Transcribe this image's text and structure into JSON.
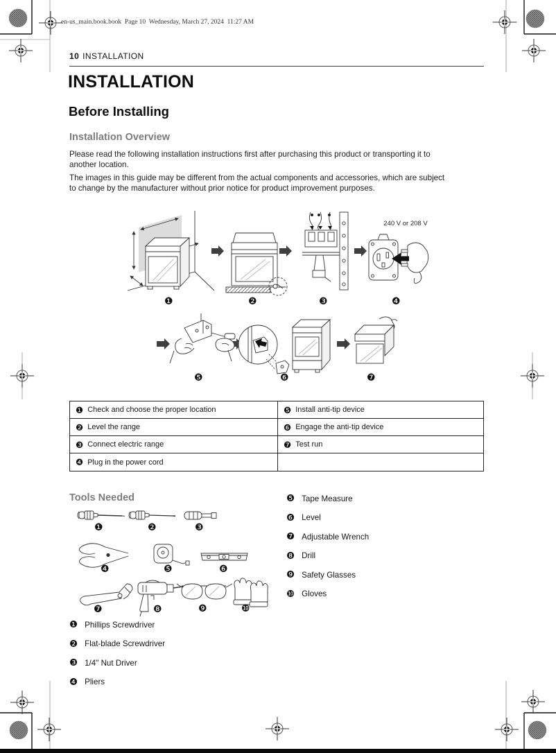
{
  "print_banner": "en-us_main.book.book  Page 10  Wednesday, March 27, 2024  11:27 AM",
  "running_head": {
    "page_number": "10",
    "section": "INSTALLATION"
  },
  "headings": {
    "title": "INSTALLATION",
    "section": "Before Installing",
    "subsection": "Installation Overview",
    "tools": "Tools Needed"
  },
  "paragraphs": {
    "p1": [
      "Please read the following installation instructions first after purchasing this product or transporting it to",
      "another location."
    ],
    "p2": [
      "The images in this guide may be different from the actual components and accessories, which are subject",
      "to change by the manufacturer without prior notice for product improvement purposes."
    ]
  },
  "diagram": {
    "voltage_label": "240 V or 208 V",
    "step_badges": [
      "❶",
      "❷",
      "❸",
      "❹",
      "❺",
      "❻",
      "❼"
    ]
  },
  "steps_table": {
    "left": [
      {
        "num": "❶",
        "label": "Check and choose the proper location"
      },
      {
        "num": "❷",
        "label": "Level the range"
      },
      {
        "num": "❸",
        "label": "Connect electric range"
      },
      {
        "num": "❹",
        "label": "Plug in the power cord"
      }
    ],
    "right": [
      {
        "num": "❺",
        "label": "Install anti-tip device"
      },
      {
        "num": "❻",
        "label": "Engage the anti-tip device"
      },
      {
        "num": "❼",
        "label": "Test run"
      },
      {
        "num": "",
        "label": ""
      }
    ]
  },
  "tools": {
    "badges": [
      "❶",
      "❷",
      "❸",
      "❹",
      "❺",
      "❻",
      "❼",
      "❽",
      "❾",
      "❿"
    ],
    "list_left": [
      {
        "num": "❶",
        "label": "Phillips Screwdriver"
      },
      {
        "num": "❷",
        "label": "Flat-blade Screwdriver"
      },
      {
        "num": "❸",
        "label": "1/4\" Nut Driver"
      },
      {
        "num": "❹",
        "label": "Pliers"
      }
    ],
    "list_right": [
      {
        "num": "❺",
        "label": "Tape Measure"
      },
      {
        "num": "❻",
        "label": "Level"
      },
      {
        "num": "❼",
        "label": "Adjustable Wrench"
      },
      {
        "num": "❽",
        "label": "Drill"
      },
      {
        "num": "❾",
        "label": "Safety Glasses"
      },
      {
        "num": "❿",
        "label": "Gloves"
      }
    ]
  },
  "colors": {
    "heading_gray": "#7b7b7b",
    "text": "#1a1a1a",
    "badge": "#111111"
  }
}
